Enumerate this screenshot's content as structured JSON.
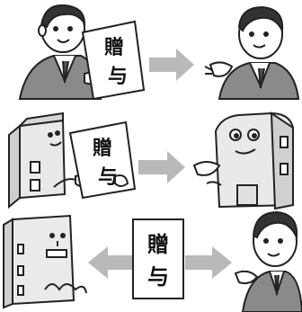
{
  "panels": [
    {
      "id": "person-to-person",
      "document_label_line1": "贈",
      "document_label_line2": "与"
    },
    {
      "id": "company-to-company",
      "document_label_line1": "贈",
      "document_label_line2": "与"
    },
    {
      "id": "company-to-person",
      "document_label_line1": "贈",
      "document_label_line2": "与"
    }
  ],
  "colors": {
    "arrow": "#b9b9b9",
    "outline": "#222222",
    "shirt": "#7f7f7f",
    "building": "#e9e9e9",
    "skin": "#ffffff"
  },
  "icons": [
    "man-giver-icon",
    "man-receiver-icon",
    "building-giver-icon",
    "building-receiver-icon",
    "arrow-right-icon",
    "arrow-left-icon",
    "document-icon"
  ]
}
